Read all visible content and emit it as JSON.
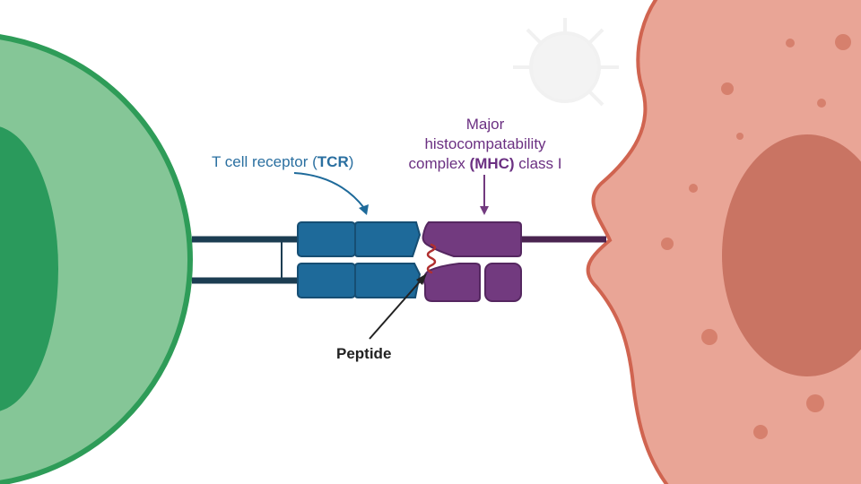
{
  "labels": {
    "tcr": {
      "text": "T cell receptor (",
      "bold": "TCR",
      "end": ")"
    },
    "mhc": {
      "line1": "Major",
      "line2": "histocompatability",
      "line3_pre": "complex ",
      "line3_bold": "(MHC)",
      "line3_post": " class I"
    },
    "peptide": "Peptide"
  },
  "colors": {
    "t_cell_outer": "#85c697",
    "t_cell_border": "#2e9c58",
    "t_cell_nucleus": "#2a9a5c",
    "tcr_blue": "#1e6a9a",
    "tcr_label": "#2a6fa0",
    "mhc_purple": "#723a7f",
    "mhc_label": "#6b3082",
    "peptide_red": "#b03030",
    "target_cell": "#e9a596",
    "target_border": "#d06450",
    "target_nucleus": "#c97463",
    "spots": "#d6806d"
  }
}
